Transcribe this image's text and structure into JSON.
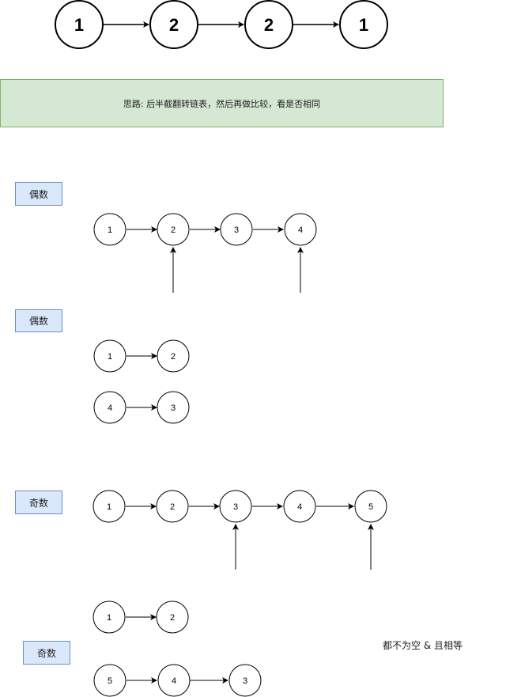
{
  "top_list": [
    "1",
    "2",
    "2",
    "1"
  ],
  "note": "思路: 后半截翻转链表，然后再做比较，看是否相同",
  "labels": {
    "even_1": "偶数",
    "even_2": "偶数",
    "odd_1": "奇数",
    "odd_2": "奇数"
  },
  "even_list": [
    "1",
    "2",
    "3",
    "4"
  ],
  "even_first_half": [
    "1",
    "2"
  ],
  "even_second_half_reversed": [
    "4",
    "3"
  ],
  "odd_list": [
    "1",
    "2",
    "3",
    "4",
    "5"
  ],
  "odd_first_half": [
    "1",
    "2"
  ],
  "odd_second_half_reversed": [
    "5",
    "4",
    "3"
  ],
  "condition_text": "都不为空 & 且相等"
}
